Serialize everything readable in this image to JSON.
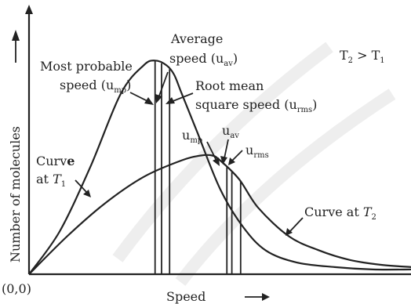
{
  "chart_data": {
    "type": "line",
    "title": "",
    "xlabel": "Speed",
    "ylabel": "Number of molecules",
    "origin_label": "(0,0)",
    "condition_text": {
      "main": "T",
      "sub1": "2",
      "mid": " > T",
      "sub2": "1"
    },
    "grid": false,
    "x_range": [
      0,
      100
    ],
    "y_range": [
      0,
      100
    ],
    "series": [
      {
        "name": "Curve at T1",
        "x": [
          0,
          8,
          16,
          24,
          30,
          33,
          36,
          38,
          40,
          44,
          50,
          56,
          62,
          70,
          80,
          90,
          100
        ],
        "y": [
          0,
          18,
          45,
          76,
          88,
          90,
          88,
          84,
          76,
          60,
          36,
          20,
          10,
          5,
          3,
          2,
          2
        ]
      },
      {
        "name": "Curve at T2",
        "x": [
          0,
          10,
          20,
          30,
          40,
          45,
          48,
          50,
          55,
          60,
          68,
          76,
          84,
          92,
          100
        ],
        "y": [
          0,
          16,
          30,
          41,
          48,
          50,
          50,
          48,
          40,
          28,
          16,
          10,
          6,
          4,
          3
        ]
      }
    ],
    "markers": {
      "T1": {
        "ump": 33,
        "uav": 34.7,
        "urms": 36.8
      },
      "T2": {
        "ump": 51.8,
        "uav": 53.1,
        "urms": 55.4
      }
    },
    "annotations": {
      "most_probable": {
        "line1": "Most probable",
        "line2_prefix": "speed (u",
        "line2_sub": "mp",
        "line2_suffix": ")"
      },
      "average": {
        "line1": "Average",
        "line2_prefix": "speed (u",
        "line2_sub": "av",
        "line2_suffix": ")"
      },
      "rms": {
        "line1": "Root mean",
        "line2_prefix": "square speed (u",
        "line2_sub": "rms",
        "line2_suffix": ")"
      },
      "t2_ump": {
        "main": "u",
        "sub": "mp"
      },
      "t2_uav": {
        "main": "u",
        "sub": "av"
      },
      "t2_urms": {
        "main": "u",
        "sub": "rms"
      },
      "curve_t1": {
        "line1_prefix": "Curv",
        "line1_bold": "e",
        "line2_prefix": "at ",
        "line2_italic": "T",
        "line2_sub": "1"
      },
      "curve_t2": {
        "prefix": "Curve at ",
        "italic": "T",
        "sub": "2"
      }
    }
  }
}
